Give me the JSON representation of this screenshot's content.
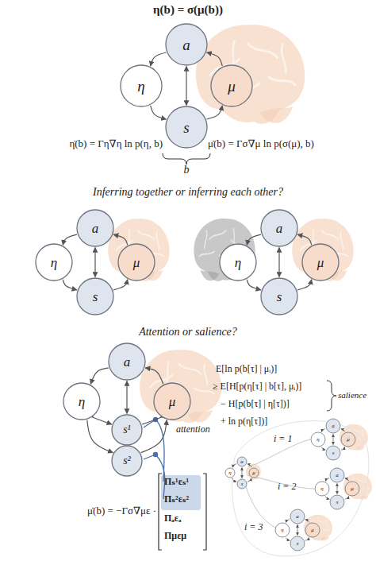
{
  "diagram": {
    "nodes": [
      {
        "text": [
          "a"
        ]
      },
      {
        "text": [
          "η"
        ]
      },
      {
        "text": [
          "μ"
        ]
      },
      {
        "text": [
          "s"
        ]
      },
      {
        "text": [
          "a"
        ]
      },
      {
        "text": [
          "η"
        ]
      },
      {
        "text": [
          "μ"
        ]
      },
      {
        "text": [
          "s"
        ]
      },
      {
        "text": [
          "a"
        ]
      },
      {
        "text": [
          "η"
        ]
      },
      {
        "text": [
          "μ"
        ]
      },
      {
        "text": [
          "s"
        ]
      },
      {
        "text": [
          "a"
        ]
      },
      {
        "text": [
          "η"
        ]
      },
      {
        "text": [
          "μ"
        ]
      },
      {
        "text": [
          "s¹"
        ]
      },
      {
        "text": [
          "s²"
        ]
      },
      {
        "text": [
          "a"
        ]
      },
      {
        "text": [
          "η"
        ]
      },
      {
        "text": [
          "μ"
        ]
      },
      {
        "text": [
          "s"
        ]
      },
      {
        "text": [
          "a"
        ]
      },
      {
        "text": [
          "η"
        ]
      },
      {
        "text": [
          "μ"
        ]
      },
      {
        "text": [
          "s"
        ]
      },
      {
        "text": [
          "a"
        ]
      },
      {
        "text": [
          "η"
        ]
      },
      {
        "text": [
          "μ"
        ]
      },
      {
        "text": [
          "s"
        ]
      },
      {
        "text": [
          "a"
        ]
      },
      {
        "text": [
          "η"
        ]
      },
      {
        "text": [
          "μ"
        ]
      },
      {
        "text": [
          "s"
        ]
      }
    ],
    "edges": [
      {
        "from": 0,
        "to": 1,
        "arrow": "to"
      },
      {
        "from": 1,
        "to": 3,
        "arrow": "to"
      },
      {
        "from": 3,
        "to": 2,
        "arrow": "to"
      },
      {
        "from": 2,
        "to": 0,
        "arrow": "to"
      },
      {
        "from": 0,
        "to": 3,
        "arrow": "both"
      },
      {
        "from": 4,
        "to": 5,
        "arrow": "to"
      },
      {
        "from": 5,
        "to": 7,
        "arrow": "to"
      },
      {
        "from": 7,
        "to": 6,
        "arrow": "to"
      },
      {
        "from": 6,
        "to": 4,
        "arrow": "to"
      },
      {
        "from": 4,
        "to": 7,
        "arrow": "both"
      },
      {
        "from": 8,
        "to": 9,
        "arrow": "to"
      },
      {
        "from": 9,
        "to": 11,
        "arrow": "to"
      },
      {
        "from": 11,
        "to": 10,
        "arrow": "to"
      },
      {
        "from": 10,
        "to": 8,
        "arrow": "to"
      },
      {
        "from": 8,
        "to": 11,
        "arrow": "both"
      },
      {
        "from": 12,
        "to": 13,
        "arrow": "to"
      },
      {
        "from": 13,
        "to": 15,
        "arrow": "to"
      },
      {
        "from": 13,
        "to": 16,
        "arrow": "to"
      },
      {
        "from": 15,
        "to": 14,
        "arrow": "to"
      },
      {
        "from": 16,
        "to": 14,
        "arrow": "to"
      },
      {
        "from": 14,
        "to": 12,
        "arrow": "to"
      },
      {
        "from": 12,
        "to": 15,
        "arrow": "both"
      },
      {
        "from": 17,
        "to": 18,
        "arrow": "to"
      },
      {
        "from": 18,
        "to": 20,
        "arrow": "to"
      },
      {
        "from": 20,
        "to": 19,
        "arrow": "to"
      },
      {
        "from": 19,
        "to": 17,
        "arrow": "to"
      },
      {
        "from": 17,
        "to": 20,
        "arrow": "both"
      },
      {
        "from": 21,
        "to": 22,
        "arrow": "to"
      },
      {
        "from": 22,
        "to": 24,
        "arrow": "to"
      },
      {
        "from": 24,
        "to": 23,
        "arrow": "to"
      },
      {
        "from": 23,
        "to": 21,
        "arrow": "to"
      },
      {
        "from": 21,
        "to": 24,
        "arrow": "both"
      },
      {
        "from": 25,
        "to": 26,
        "arrow": "to"
      },
      {
        "from": 26,
        "to": 28,
        "arrow": "to"
      },
      {
        "from": 28,
        "to": 27,
        "arrow": "to"
      },
      {
        "from": 27,
        "to": 25,
        "arrow": "to"
      },
      {
        "from": 25,
        "to": 28,
        "arrow": "both"
      },
      {
        "from": 29,
        "to": 30,
        "arrow": "to"
      },
      {
        "from": 30,
        "to": 32,
        "arrow": "to"
      },
      {
        "from": 32,
        "to": 31,
        "arrow": "to"
      },
      {
        "from": 31,
        "to": 29,
        "arrow": "to"
      },
      {
        "from": 29,
        "to": 32,
        "arrow": "both"
      }
    ],
    "labels": [
      "η(b) = σ(μ(b))",
      "η̇(b) = Γη∇η ln p(η, b)",
      "μ̇(b) = Γσ∇μ ln p(σ(μ), b)",
      "b",
      "Inferring together or inferring each other?",
      "Attention or salience?",
      "attention",
      "μ̇(b) = −Γσ∇με ·",
      "Πₛ¹εₛ¹",
      "Πₛ²εₛ²",
      "Πₐεₐ",
      "Πμεμ",
      "E[ln p(b[τ] | μᵢ)]",
      "≥ E[H[p(η[τ] | b[τ], μᵢ)]",
      "− H[p(b[τ] | η[τ])]",
      "+ ln p(η[τ])]",
      "salience",
      "i = 1",
      "i = 2",
      "i = 3"
    ]
  }
}
